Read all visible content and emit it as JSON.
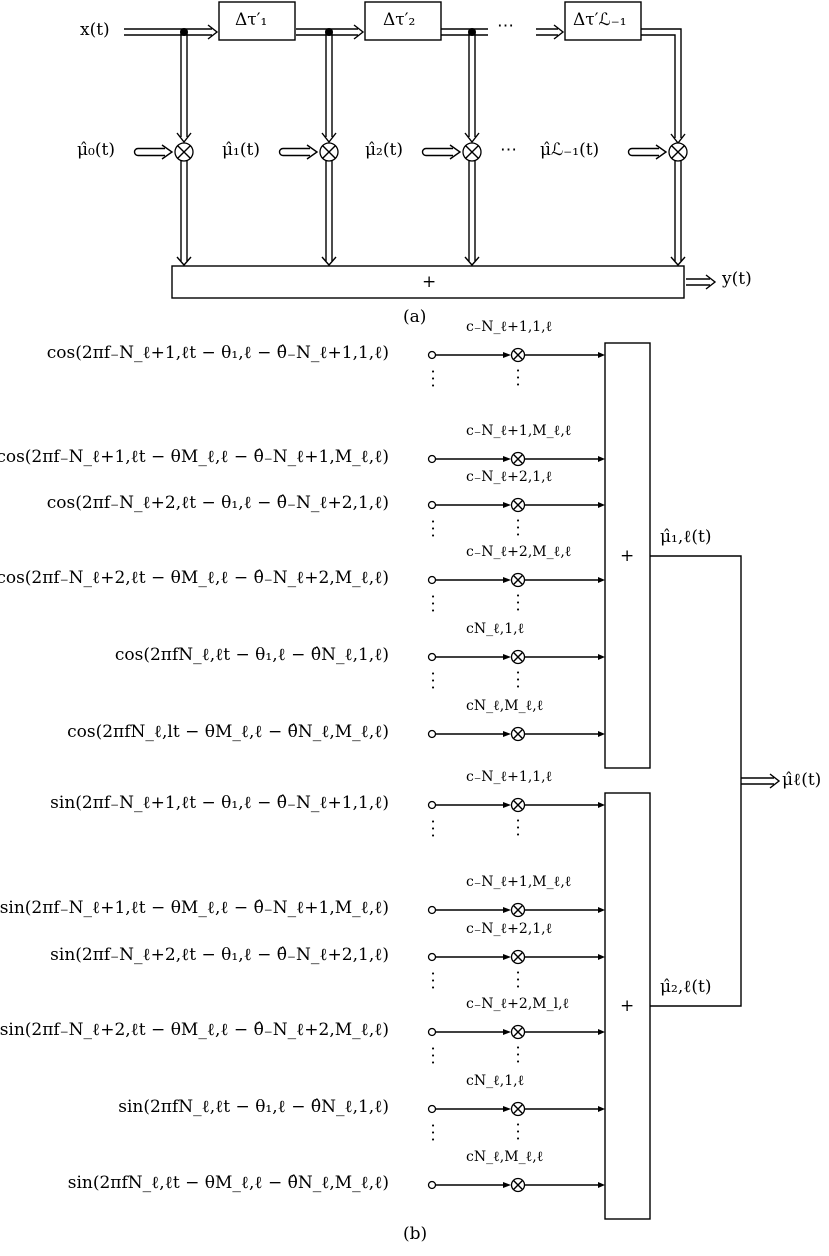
{
  "labels": {
    "a": {
      "x": "x(t)",
      "y": "y(t)",
      "sum": "+",
      "delays": [
        "Δτ′₁",
        "Δτ′₂",
        "Δτ′ℒ₋₁"
      ],
      "mu": [
        "μ̂₀(t)",
        "μ̂₁(t)",
        "μ̂₂(t)",
        "μ̂ℒ₋₁(t)"
      ],
      "ellipsis": "⋯",
      "caption": "(a)"
    },
    "b": {
      "cos_inputs": [
        "cos(2πf₋N_ℓ+1,ℓt − θ₁,ℓ − θ̂₋N_ℓ+1,1,ℓ)",
        "cos(2πf₋N_ℓ+1,ℓt − θM_ℓ,ℓ − θ̂₋N_ℓ+1,M_ℓ,ℓ)",
        "cos(2πf₋N_ℓ+2,ℓt − θ₁,ℓ − θ̂₋N_ℓ+2,1,ℓ)",
        "cos(2πf₋N_ℓ+2,ℓt − θM_ℓ,ℓ − θ̂₋N_ℓ+2,M_ℓ,ℓ)",
        "cos(2πfN_ℓ,ℓt − θ₁,ℓ − θ̂N_ℓ,1,ℓ)",
        "cos(2πfN_ℓ,lt − θM_ℓ,ℓ − θ̂N_ℓ,M_ℓ,ℓ)"
      ],
      "sin_inputs": [
        "sin(2πf₋N_ℓ+1,ℓt − θ₁,ℓ − θ̂₋N_ℓ+1,1,ℓ)",
        "sin(2πf₋N_ℓ+1,ℓt − θM_ℓ,ℓ − θ̂₋N_ℓ+1,M_ℓ,ℓ)",
        "sin(2πf₋N_ℓ+2,ℓt − θ₁,ℓ − θ̂₋N_ℓ+2,1,ℓ)",
        "sin(2πf₋N_ℓ+2,ℓt − θM_ℓ,ℓ − θ̂₋N_ℓ+2,M_ℓ,ℓ)",
        "sin(2πfN_ℓ,ℓt − θ₁,ℓ − θ̂N_ℓ,1,ℓ)",
        "sin(2πfN_ℓ,ℓt − θM_ℓ,ℓ − θ̂N_ℓ,M_ℓ,ℓ)"
      ],
      "cos_coeffs": [
        "c₋N_ℓ+1,1,ℓ",
        "c₋N_ℓ+1,M_ℓ,ℓ",
        "c₋N_ℓ+2,1,ℓ",
        "c₋N_ℓ+2,M_ℓ,ℓ",
        "cN_ℓ,1,ℓ",
        "cN_ℓ,M_ℓ,ℓ"
      ],
      "sin_coeffs": [
        "c₋N_ℓ+1,1,ℓ",
        "c₋N_ℓ+1,M_ℓ,ℓ",
        "c₋N_ℓ+2,1,ℓ",
        "c₋N_ℓ+2,M_l,ℓ",
        "cN_ℓ,1,ℓ",
        "cN_ℓ,M_ℓ,ℓ"
      ],
      "sum": "+",
      "mu1": "μ̂₁,ℓ(t)",
      "mu2": "μ̂₂,ℓ(t)",
      "mu": "μ̂ℓ(t)",
      "caption": "(b)"
    }
  }
}
